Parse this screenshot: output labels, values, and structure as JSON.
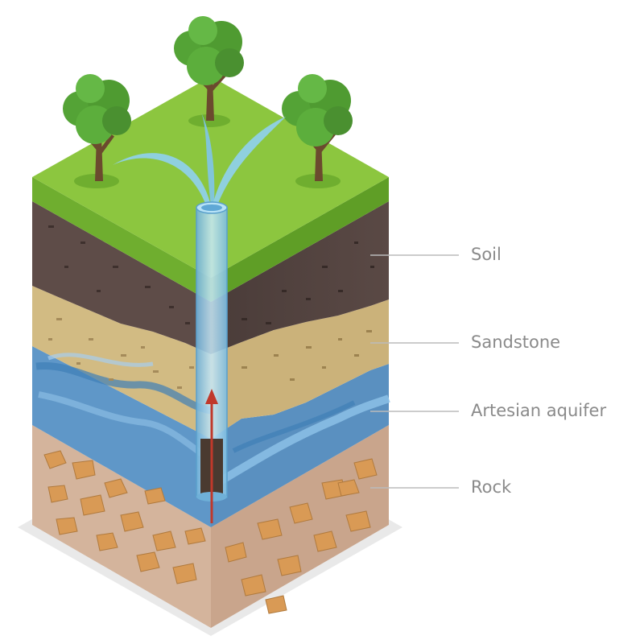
{
  "labels": {
    "soil": "Soil",
    "sandstone": "Sandstone",
    "aquifer": "Artesian aquifer",
    "rock": "Rock"
  },
  "colors": {
    "grass": "#8cc63f",
    "grass_edge": "#6fae2f",
    "soil": "#5e4c48",
    "sandstone": "#d2bb83",
    "aquifer": "#5f97c8",
    "rock": "#d4b49c",
    "stone": "#d99a55",
    "water": "#8fd0ef",
    "arrow": "#c0392b",
    "leader": "#bbbbbb",
    "label_text": "#8a8a8a"
  },
  "icons": [
    "tree-icon",
    "water-fountain-icon",
    "well-pipe-icon",
    "arrow-up-icon"
  ]
}
